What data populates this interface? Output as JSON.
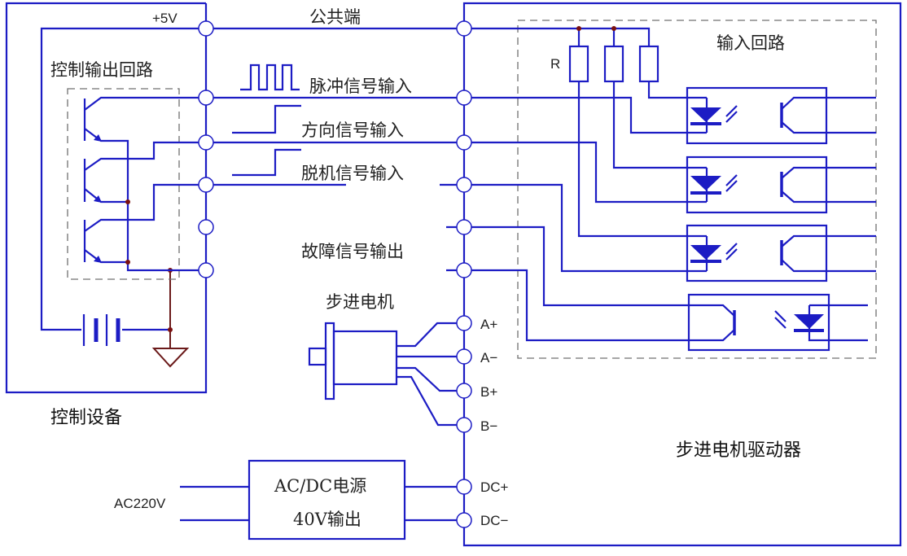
{
  "colors": {
    "wire": "#1c1cc4",
    "dashed_box": "#707070",
    "junction": "#7a1010",
    "ground": "#6b1a1a"
  },
  "control_device": {
    "title": "控制设备",
    "supply_label": "+5V",
    "output_circuit_label": "控制输出回路"
  },
  "signals": {
    "common": "公共端",
    "pulse_input": "脉冲信号输入",
    "direction_input": "方向信号输入",
    "offline_input": "脱机信号输入",
    "fault_output": "故障信号输出"
  },
  "motor": {
    "label": "步进电机",
    "terminals": [
      "A+",
      "A−",
      "B+",
      "B−"
    ]
  },
  "power_supply": {
    "line1": "AC/DC电源",
    "line2": "40V输出",
    "input_label": "AC220V",
    "terminals": [
      "DC+",
      "DC−"
    ]
  },
  "driver": {
    "title": "步进电机驱动器",
    "input_circuit_label": "输入回路",
    "resistor_label": "R"
  }
}
